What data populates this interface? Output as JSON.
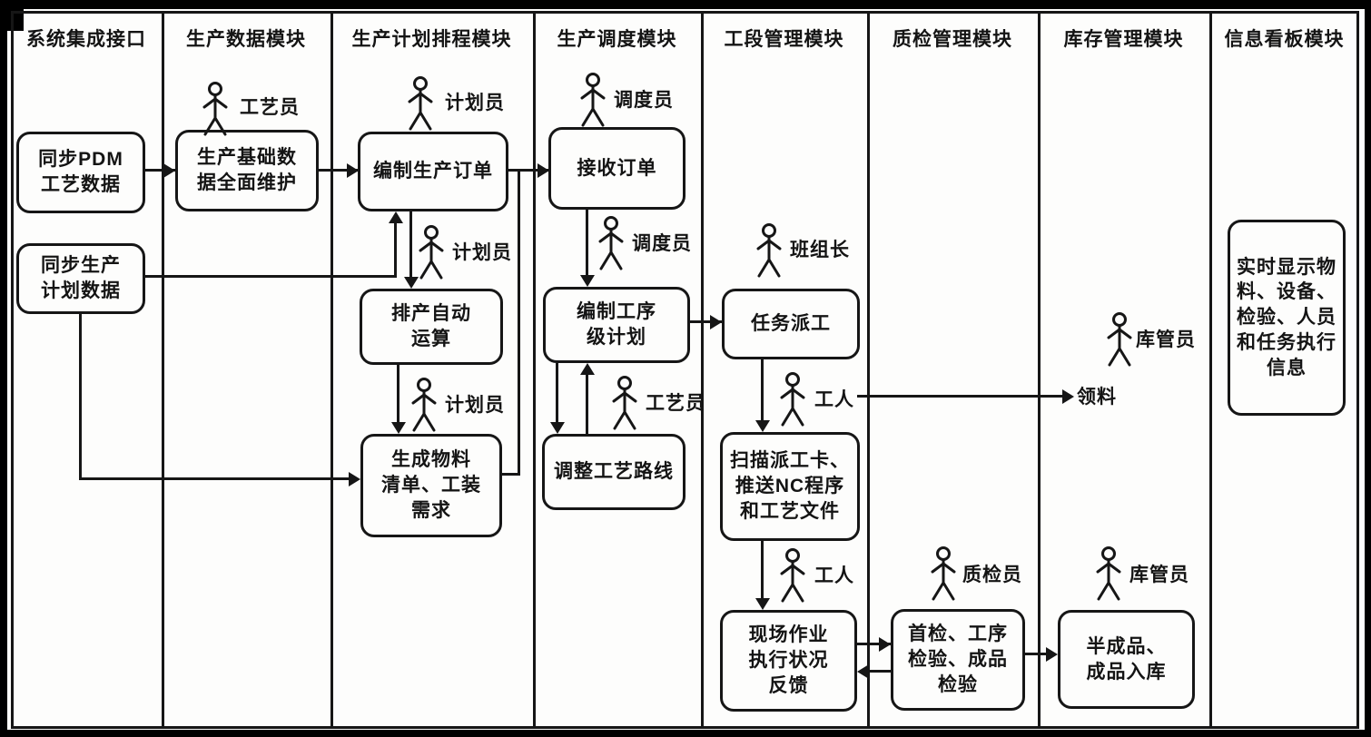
{
  "diagram": {
    "lanes": [
      "系统集成接口",
      "生产数据模块",
      "生产计划排程模块",
      "生产调度模块",
      "工段管理模块",
      "质检管理模块",
      "库存管理模块",
      "信息看板模块"
    ],
    "boxes": {
      "sync_pdm": "同步PDM\n工艺数据",
      "sync_plan": "同步生产\n计划数据",
      "base_data": "生产基础数\n据全面维护",
      "create_order": "编制生产订单",
      "auto_schedule": "排产自动\n运算",
      "material_list": "生成物料\n清单、工装\n需求",
      "receive_order": "接收订单",
      "process_plan": "编制工序\n级计划",
      "adjust_route": "调整工艺路线",
      "task_dispatch": "任务派工",
      "scan_card": "扫描派工卡、\n推送NC程序\n和工艺文件",
      "site_feedback": "现场作业\n执行状况\n反馈",
      "inspection": "首检、工序\n检验、成品\n检验",
      "warehouse_in": "半成品、\n成品入库",
      "info_board": "实时显示物\n料、设备、\n检验、人员\n和任务执行\n信息"
    },
    "labels": {
      "pick_material": "领料"
    },
    "actors": {
      "craft_1": "工艺员",
      "planner_1": "计划员",
      "planner_2": "计划员",
      "planner_3": "计划员",
      "dispatcher_1": "调度员",
      "dispatcher_2": "调度员",
      "craft_2": "工艺员",
      "team_leader": "班组长",
      "worker_1": "工人",
      "worker_2": "工人",
      "qc_inspector": "质检员",
      "storekeeper_1": "库管员",
      "storekeeper_2": "库管员"
    },
    "colors": {
      "ink": "#161616",
      "paper": "#fdfdfc",
      "surround": "#000000"
    }
  }
}
